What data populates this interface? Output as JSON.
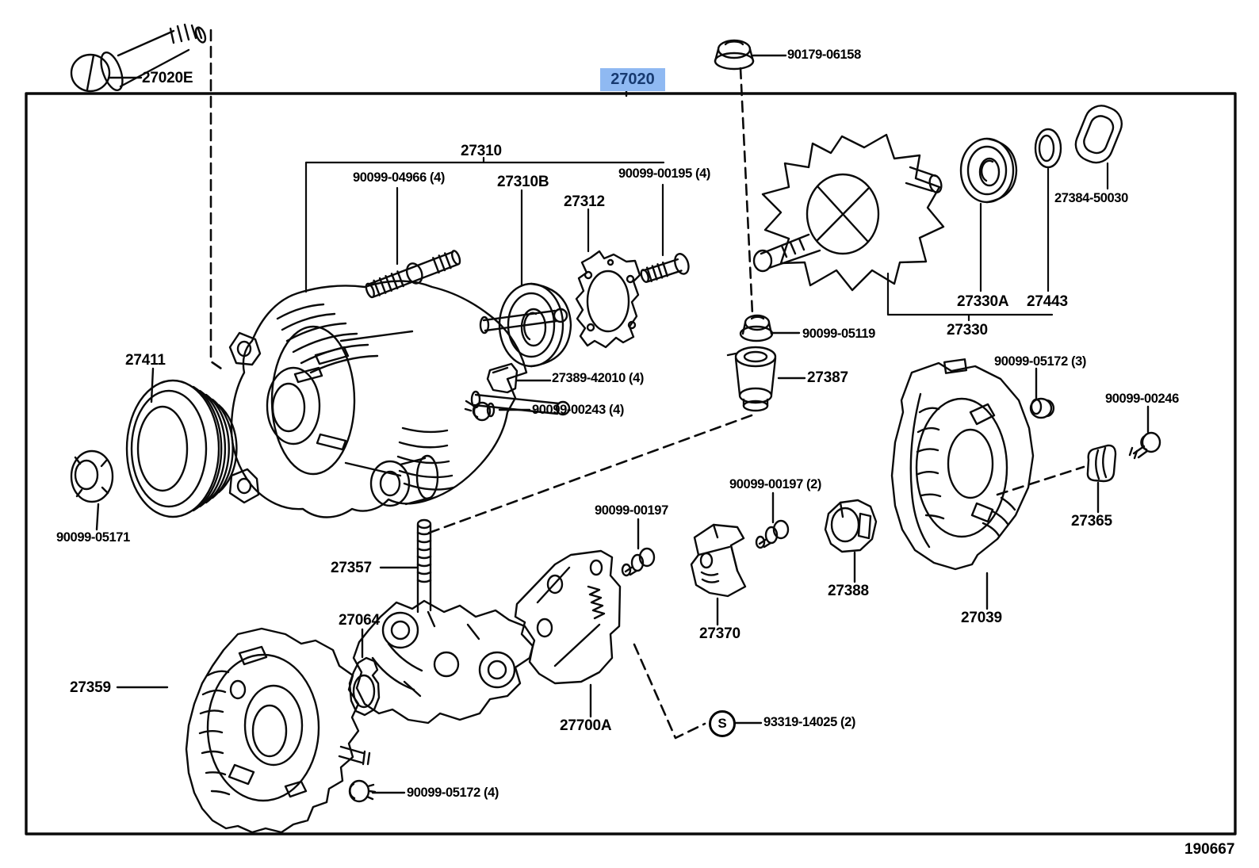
{
  "diagram": {
    "drawing_number": "190667",
    "highlight": {
      "part_number": "27020",
      "bg_color": "#8fb9f2",
      "text_color": "#173a70"
    },
    "symbol_s": "S",
    "labels": {
      "p27020E": "27020E",
      "p90179_06158": "90179-06158",
      "p27310": "27310",
      "p90099_04966": "90099-04966 (4)",
      "p27310B": "27310B",
      "p27312": "27312",
      "p90099_00195": "90099-00195 (4)",
      "p27384_50030": "27384-50030",
      "p27330A": "27330A",
      "p27443": "27443",
      "p27330": "27330",
      "p90099_05119": "90099-05119",
      "p27387": "27387",
      "p90099_05172_3": "90099-05172 (3)",
      "p90099_00246": "90099-00246",
      "p27365": "27365",
      "p27039": "27039",
      "p27411": "27411",
      "p90099_05171": "90099-05171",
      "p27389_42010": "27389-42010 (4)",
      "p90099_00243": "90099-00243 (4)",
      "p27357": "27357",
      "p27064": "27064",
      "p27359": "27359",
      "p90099_05172_4": "90099-05172 (4)",
      "p27700A": "27700A",
      "p27370": "27370",
      "p27388": "27388",
      "p90099_00197": "90099-00197",
      "p90099_00197_2": "90099-00197 (2)",
      "p93319_14025": "93319-14025 (2)"
    }
  }
}
